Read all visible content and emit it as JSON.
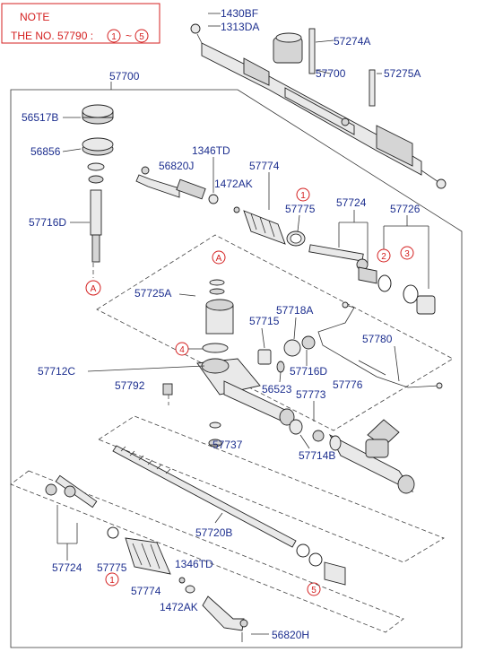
{
  "note": {
    "title": "NOTE",
    "line_prefix": "THE NO. 57790 :",
    "range_start": "1",
    "range_sep": "~",
    "range_end": "5"
  },
  "labels": {
    "p1430BF": "1430BF",
    "p1313DA": "1313DA",
    "p57274A": "57274A",
    "p57700_top": "57700",
    "p57275A": "57275A",
    "p57700_main": "57700",
    "p56517B": "56517B",
    "p56856": "56856",
    "p1346TD_a": "1346TD",
    "p56820J": "56820J",
    "p57774_a": "57774",
    "p1472AK_a": "1472AK",
    "p57716D_a": "57716D",
    "p57775_a": "57775",
    "p57724_a": "57724",
    "p57726": "57726",
    "p57725A": "57725A",
    "p57715": "57715",
    "p57718A": "57718A",
    "p57780": "57780",
    "p57716D_b": "57716D",
    "p57712C": "57712C",
    "p56523": "56523",
    "p57776": "57776",
    "p57792": "57792",
    "p57773": "57773",
    "p57737": "57737",
    "p57714B": "57714B",
    "p57720B": "57720B",
    "p57724_b": "57724",
    "p57775_b": "57775",
    "p1346TD_b": "1346TD",
    "p57774_b": "57774",
    "p1472AK_b": "1472AK",
    "p56820H": "56820H"
  },
  "callouts": {
    "c1_a": "1",
    "c2": "2",
    "c3": "3",
    "cA_a": "A",
    "cA_b": "A",
    "c4": "4",
    "c1_b": "1",
    "c5": "5"
  }
}
